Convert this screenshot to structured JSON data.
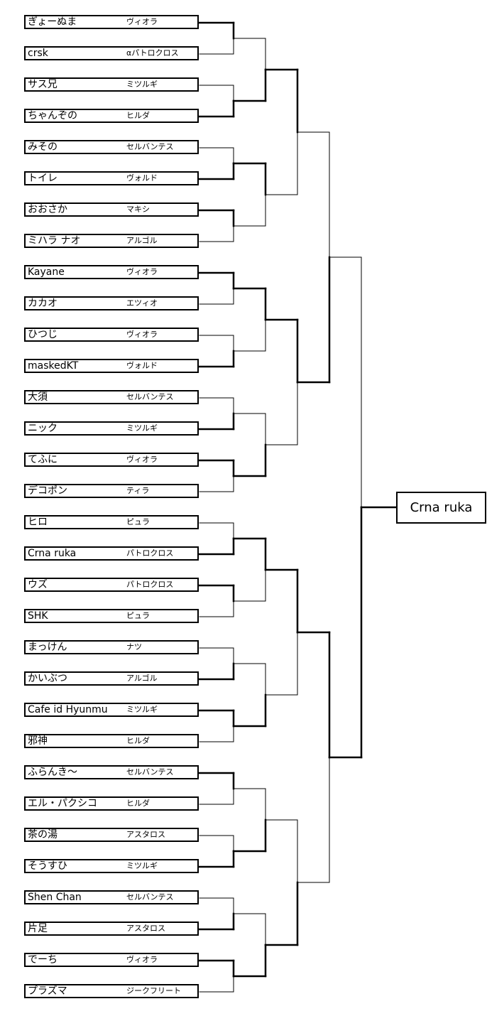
{
  "entries": [
    {
      "player": "ぎょーぬま",
      "character": "ヴィオラ"
    },
    {
      "player": "crsk",
      "character": "αパトロクロス"
    },
    {
      "player": "サス兄",
      "character": "ミツルギ"
    },
    {
      "player": "ちゃんぞの",
      "character": "ヒルダ"
    },
    {
      "player": "みその",
      "character": "セルバンテス"
    },
    {
      "player": "トイレ",
      "character": "ヴォルド"
    },
    {
      "player": "おおさか",
      "character": "マキシ"
    },
    {
      "player": "ミハラ ナオ",
      "character": "アルゴル"
    },
    {
      "player": "Kayane",
      "character": "ヴィオラ"
    },
    {
      "player": "カカオ",
      "character": "エツィオ"
    },
    {
      "player": "ひつじ",
      "character": "ヴィオラ"
    },
    {
      "player": "maskedKT",
      "character": "ヴォルド"
    },
    {
      "player": "大須",
      "character": "セルバンテス"
    },
    {
      "player": "ニック",
      "character": "ミツルギ"
    },
    {
      "player": "てふに",
      "character": "ヴィオラ"
    },
    {
      "player": "デコポン",
      "character": "ティラ"
    },
    {
      "player": "ヒロ",
      "character": "ピュラ"
    },
    {
      "player": "Crna ruka",
      "character": "パトロクロス"
    },
    {
      "player": "ウズ",
      "character": "パトロクロス"
    },
    {
      "player": "SHK",
      "character": "ピュラ"
    },
    {
      "player": "まっけん",
      "character": "ナツ"
    },
    {
      "player": "かいぶつ",
      "character": "アルゴル"
    },
    {
      "player": "Cafe id Hyunmu",
      "character": "ミツルギ"
    },
    {
      "player": "邪神",
      "character": "ヒルダ"
    },
    {
      "player": "ふらんき～",
      "character": "セルバンテス"
    },
    {
      "player": "エル・パクシコ",
      "character": "ヒルダ"
    },
    {
      "player": "茶の湯",
      "character": "アスタロス"
    },
    {
      "player": "そうすひ",
      "character": "ミツルギ"
    },
    {
      "player": "Shen Chan",
      "character": "セルバンテス"
    },
    {
      "player": "片足",
      "character": "アスタロス"
    },
    {
      "player": "でーち",
      "character": "ヴィオラ"
    },
    {
      "player": "プラズマ",
      "character": "ジークフリート"
    }
  ],
  "round1_winners": [
    "top",
    "bottom",
    "bottom",
    "top",
    "top",
    "bottom",
    "bottom",
    "top",
    "bottom",
    "top",
    "bottom",
    "top",
    "top",
    "bottom",
    "bottom",
    "top"
  ],
  "round2_winners": [
    "bottom",
    "top",
    "top",
    "bottom",
    "top",
    "bottom",
    "bottom",
    "bottom"
  ],
  "round3_winners": [
    "top",
    "top",
    "top",
    "bottom"
  ],
  "round4_winners": [
    "bottom",
    "top"
  ],
  "final_winner": "bottom",
  "champion": "Crna ruka"
}
